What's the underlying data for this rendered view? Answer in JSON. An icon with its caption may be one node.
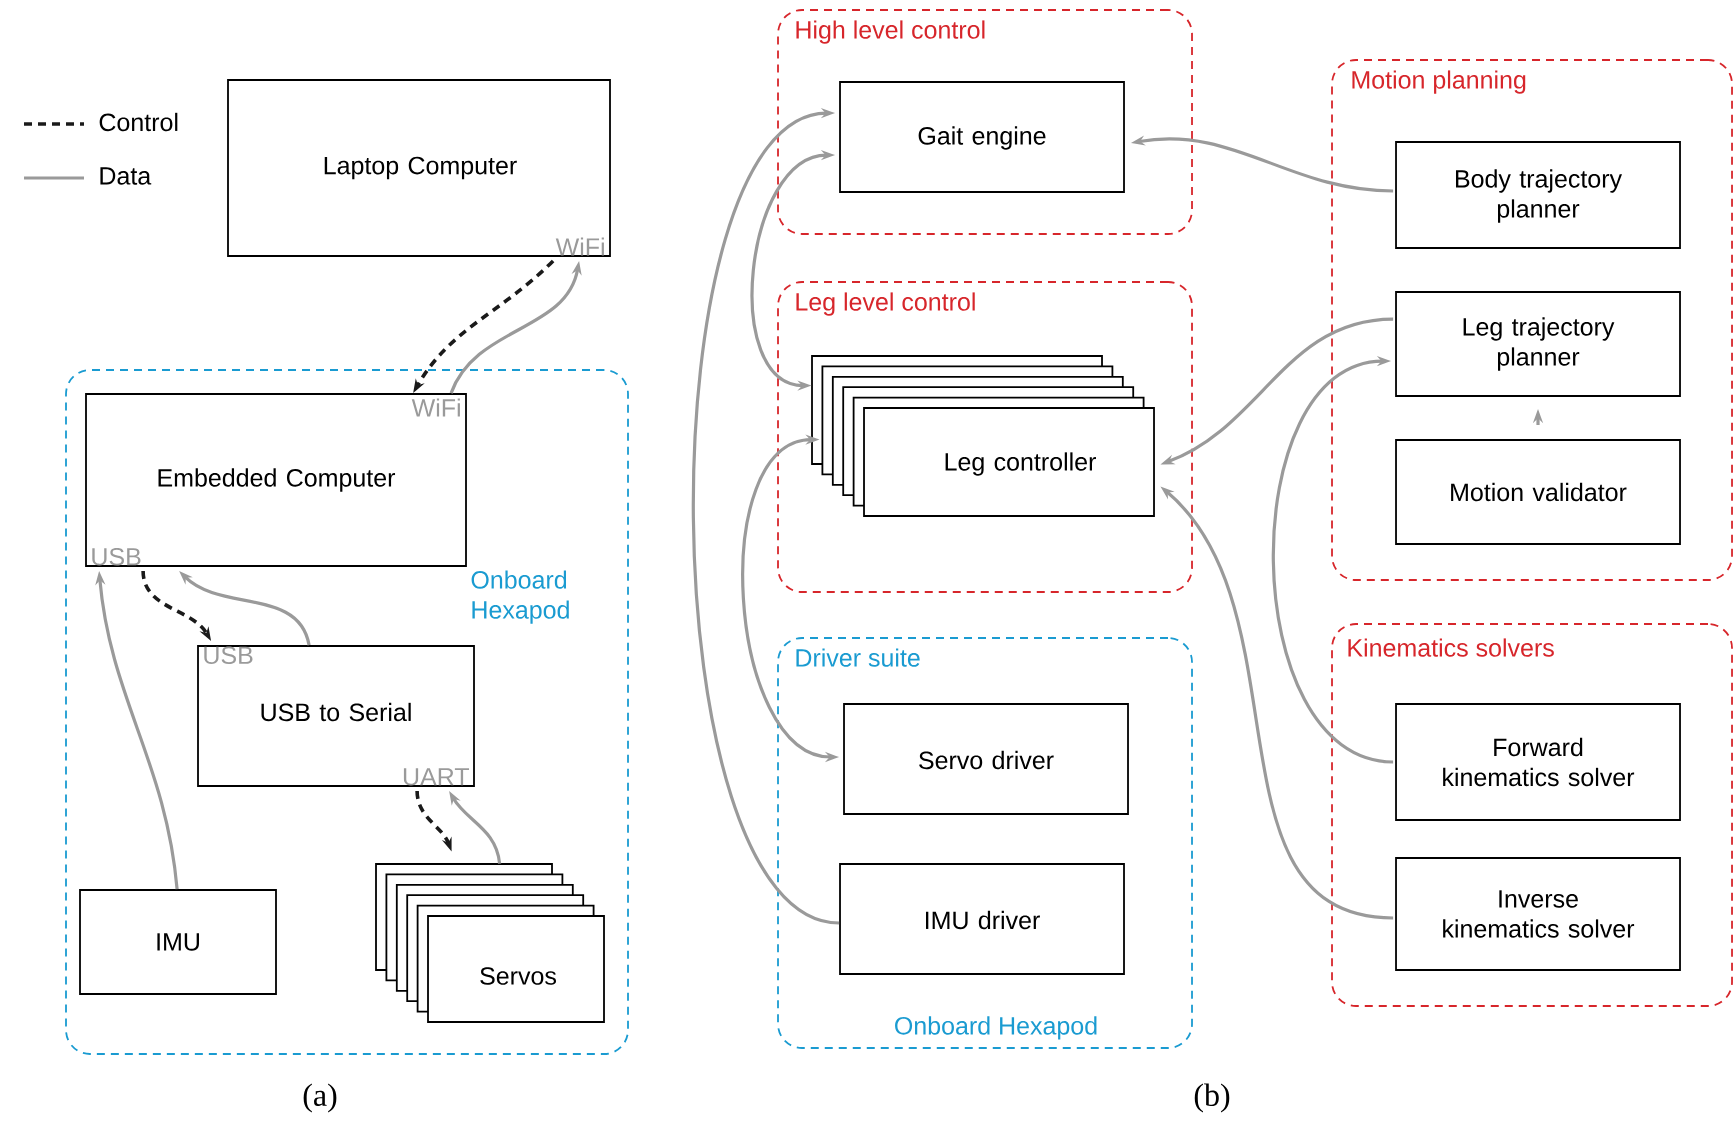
{
  "diagram": {
    "nodes": [
      {
        "text": [
          "Laptop Computer",
          "WiFi"
        ]
      },
      {
        "text": [
          "Onboard Hexapod"
        ]
      },
      {
        "text": [
          "Embedded Computer",
          "WiFi",
          "USB"
        ],
        "in": 1
      },
      {
        "text": [
          "USB",
          "USB to Serial",
          "UART"
        ],
        "in": 1
      },
      {
        "text": [
          "IMU"
        ],
        "in": 1
      },
      {
        "text": [
          "Servos"
        ],
        "in": 1
      },
      {
        "text": [
          "High level control"
        ]
      },
      {
        "text": [
          "Gait engine"
        ],
        "in": 6
      },
      {
        "text": [
          "Leg level control"
        ]
      },
      {
        "text": [
          "Leg controller"
        ],
        "in": 8
      },
      {
        "text": [
          "Driver suite",
          "Onboard Hexapod"
        ]
      },
      {
        "text": [
          "Servo driver"
        ],
        "in": 10
      },
      {
        "text": [
          "IMU driver"
        ],
        "in": 10
      },
      {
        "text": [
          "Motion planning"
        ]
      },
      {
        "text": [
          "Body trajectory planner"
        ],
        "in": 13
      },
      {
        "text": [
          "Leg trajectory planner"
        ],
        "in": 13
      },
      {
        "text": [
          "Motion validator"
        ],
        "in": 13
      },
      {
        "text": [
          "Kinematics solvers"
        ]
      },
      {
        "text": [
          "Forward kinematics solver"
        ],
        "in": 17
      },
      {
        "text": [
          "Inverse kinematics solver"
        ],
        "in": 17
      }
    ],
    "edges": [
      {
        "from": 0,
        "to": 2,
        "arrow": "to",
        "style": "dashed",
        "color": "#1a1a1a"
      },
      {
        "from": 2,
        "to": 0,
        "arrow": "to"
      },
      {
        "from": 2,
        "to": 3,
        "arrow": "to",
        "style": "dashed",
        "color": "#1a1a1a"
      },
      {
        "from": 3,
        "to": 2,
        "arrow": "to"
      },
      {
        "from": 4,
        "to": 2,
        "arrow": "to"
      },
      {
        "from": 3,
        "to": 5,
        "arrow": "to",
        "style": "dashed",
        "color": "#1a1a1a"
      },
      {
        "from": 5,
        "to": 3,
        "arrow": "to"
      },
      {
        "from": 12,
        "to": 7,
        "arrow": "to"
      },
      {
        "from": 9,
        "to": 7,
        "arrow": "both"
      },
      {
        "from": 9,
        "to": 11,
        "arrow": "both"
      },
      {
        "from": 14,
        "to": 7,
        "arrow": "to"
      },
      {
        "from": 15,
        "to": 9,
        "arrow": "to"
      },
      {
        "from": 18,
        "to": 15,
        "arrow": "to"
      },
      {
        "from": 19,
        "to": 9,
        "arrow": "to"
      },
      {
        "from": 16,
        "to": 15,
        "arrow": "to"
      }
    ],
    "labels": [
      "(a)",
      "(b)"
    ],
    "legend": [
      {
        "text": "Control"
      },
      {
        "text": "Data"
      }
    ]
  }
}
